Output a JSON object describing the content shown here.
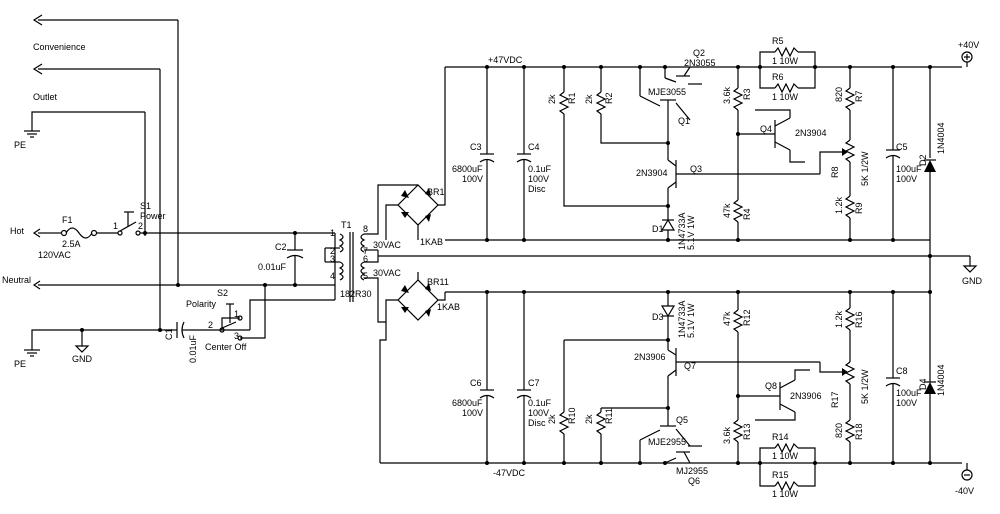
{
  "left": {
    "convenience": "Convenience",
    "outlet": "Outlet",
    "pe_top": "PE",
    "pe_bottom": "PE",
    "gnd_left": "GND",
    "hot": "Hot",
    "neutral": "Neutral",
    "f1": "F1",
    "f1_value": "2.5A",
    "f1_voltage": "120VAC",
    "s1": "S1",
    "s1_name": "Power",
    "s1_pin1": "1",
    "s1_pin2": "2",
    "s2": "S2",
    "s2_name": "Polarity",
    "s2_pin1": "1",
    "s2_pin2": "2",
    "s2_pin3": "3",
    "s2_pos": "Center Off",
    "c1": "C1",
    "c1_value": "0.01uF",
    "c2": "C2",
    "c2_value": "0.01uF"
  },
  "transformer": {
    "t1": "T1",
    "part": "182R30",
    "pins": [
      "1",
      "2",
      "3",
      "4",
      "8",
      "7",
      "6",
      "5"
    ],
    "v_top": "30VAC",
    "v_bottom": "30VAC"
  },
  "bridges": {
    "br1": "BR1",
    "br1_rating": "1KAB",
    "br11": "BR11",
    "br11_rating": "1KAB"
  },
  "positive": {
    "rail": "+47VDC",
    "out": "+40V",
    "c3": "C3",
    "c3_v1": "6800uF",
    "c3_v2": "100V",
    "c4": "C4",
    "c4_v1": "0.1uF",
    "c4_v2": "100V",
    "c4_v3": "Disc",
    "r1": "R1",
    "r1_v": "2k",
    "r2": "R2",
    "r2_v": "2k",
    "q1": "Q1",
    "q1_part": "MJE3055",
    "q2": "Q2",
    "q2_part": "2N3055",
    "q3": "Q3",
    "q3_part": "2N3904",
    "q4": "Q4",
    "q4_part": "2N3904",
    "d1": "D1",
    "d1_part": "1N4733A",
    "d1_rating": "5.1V 1W",
    "r3": "R3",
    "r3_v": "3.6k",
    "r4": "R4",
    "r4_v": "47k",
    "r5": "R5",
    "r5_v": "1 10W",
    "r6": "R6",
    "r6_v": "1 10W",
    "r7": "R7",
    "r7_v": "820",
    "r8": "R8",
    "r8_v": "5K 1/2W",
    "r9": "R9",
    "r9_v": "1.2k",
    "c5": "C5",
    "c5_v1": "100uF",
    "c5_v2": "100V",
    "d2": "D2",
    "d2_part": "1N4004"
  },
  "negative": {
    "rail": "-47VDC",
    "out": "-40V",
    "gnd": "GND",
    "c6": "C6",
    "c6_v1": "6800uF",
    "c6_v2": "100V",
    "c7": "C7",
    "c7_v1": "0.1uF",
    "c7_v2": "100V",
    "c7_v3": "Disc",
    "r10": "R10",
    "r10_v": "2k",
    "r11": "R11",
    "r11_v": "2k",
    "q5": "Q5",
    "q5_part": "MJE2955",
    "q6": "Q6",
    "q6_part": "MJ2955",
    "q7": "Q7",
    "q7_part": "2N3906",
    "q8": "Q8",
    "q8_part": "2N3906",
    "d3": "D3",
    "d3_part": "1N4733A",
    "d3_rating": "5.1V 1W",
    "r12": "R12",
    "r12_v": "47k",
    "r13": "R13",
    "r13_v": "3.6k",
    "r14": "R14",
    "r14_v": "1 10W",
    "r15": "R15",
    "r15_v": "1 10W",
    "r16": "R16",
    "r16_v": "1.2k",
    "r17": "R17",
    "r17_v": "5K 1/2W",
    "r18": "R18",
    "r18_v": "820",
    "c8": "C8",
    "c8_v1": "100uF",
    "c8_v2": "100V",
    "d4": "D4",
    "d4_part": "1N4004"
  }
}
